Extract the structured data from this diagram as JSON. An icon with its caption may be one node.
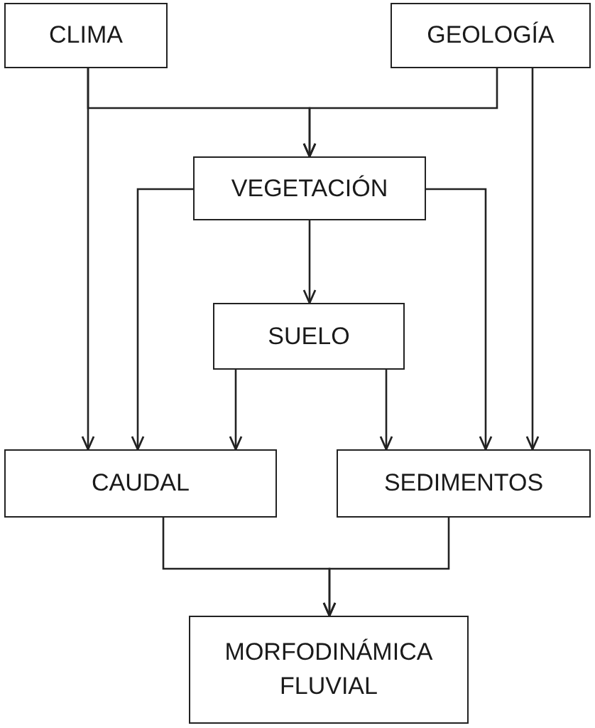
{
  "diagram": {
    "nodes": [
      {
        "text": [
          "CLIMA"
        ]
      },
      {
        "text": [
          "GEOLOGÍA"
        ]
      },
      {
        "text": [
          "VEGETACIÓN"
        ]
      },
      {
        "text": [
          "SUELO"
        ]
      },
      {
        "text": [
          "CAUDAL"
        ]
      },
      {
        "text": [
          "SEDIMENTOS"
        ]
      },
      {
        "text": [
          "MORFODINÁMICA FLUVIAL"
        ]
      }
    ],
    "edges": [
      {
        "from": 0,
        "to": 4,
        "arrow": "to"
      },
      {
        "from": 0,
        "to": 2,
        "arrow": "to"
      },
      {
        "from": 1,
        "to": 2,
        "arrow": "to"
      },
      {
        "from": 1,
        "to": 5,
        "arrow": "to"
      },
      {
        "from": 2,
        "to": 4,
        "arrow": "to"
      },
      {
        "from": 2,
        "to": 5,
        "arrow": "to"
      },
      {
        "from": 2,
        "to": 3,
        "arrow": "to"
      },
      {
        "from": 3,
        "to": 4,
        "arrow": "to"
      },
      {
        "from": 3,
        "to": 5,
        "arrow": "to"
      },
      {
        "from": 4,
        "to": 6,
        "arrow": "to"
      },
      {
        "from": 5,
        "to": 6,
        "arrow": "to"
      }
    ]
  }
}
